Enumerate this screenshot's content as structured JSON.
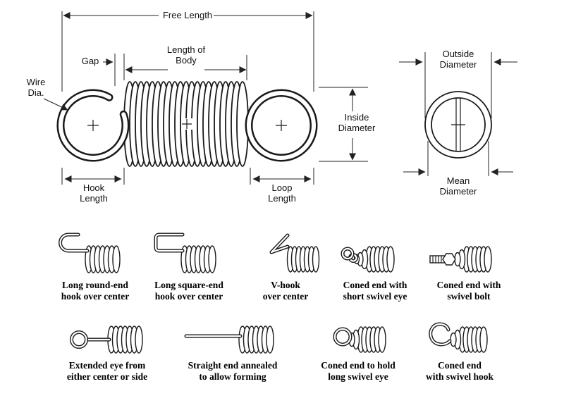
{
  "dimensions": {
    "free_length": "Free Length",
    "gap": "Gap",
    "length_of_body": "Length of\nBody",
    "wire_dia": "Wire\nDia.",
    "inside_diameter": "Inside\nDiameter",
    "hook_length": "Hook\nLength",
    "loop_length": "Loop\nLength",
    "outside_diameter": "Outside\nDiameter",
    "mean_diameter": "Mean\nDiameter"
  },
  "end_types": {
    "row1": [
      "Long round-end\nhook over center",
      "Long square-end\nhook over center",
      "V-hook\nover center",
      "Coned end with\nshort swivel eye",
      "Coned end with\nswivel bolt"
    ],
    "row2": [
      "Extended eye from\neither center or side",
      "Straight end annealed\nto allow forming",
      "Coned end to hold\nlong swivel eye",
      "Coned end\nwith swivel hook"
    ]
  },
  "colors": {
    "line": "#1a1a1a",
    "background": "#ffffff"
  }
}
